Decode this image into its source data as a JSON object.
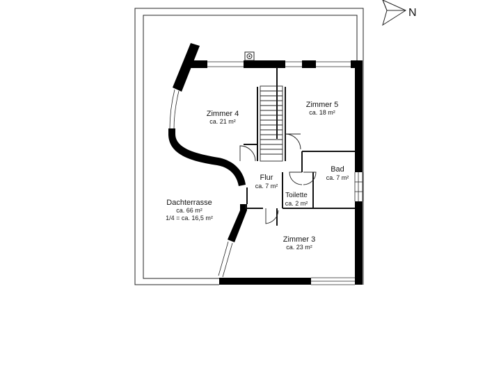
{
  "compass": {
    "label": "N",
    "icon": "north-arrow-icon"
  },
  "rooms": [
    {
      "id": "zimmer-4",
      "name": "Zimmer 4",
      "area": "ca. 21 m²"
    },
    {
      "id": "zimmer-5",
      "name": "Zimmer 5",
      "area": "ca. 18 m²"
    },
    {
      "id": "flur",
      "name": "Flur",
      "area": "ca. 7 m²"
    },
    {
      "id": "bad",
      "name": "Bad",
      "area": "ca. 7 m²"
    },
    {
      "id": "toilette",
      "name": "Toilette",
      "area": "ca. 2 m²"
    },
    {
      "id": "dachterrasse",
      "name": "Dachterrasse",
      "area": "ca. 66 m²",
      "note": "1/4 = ca. 16,5 m²"
    },
    {
      "id": "zimmer-3",
      "name": "Zimmer 3",
      "area": "ca. 23 m²"
    }
  ],
  "colors": {
    "wall": "#000000",
    "line": "#222222",
    "background": "#ffffff"
  }
}
